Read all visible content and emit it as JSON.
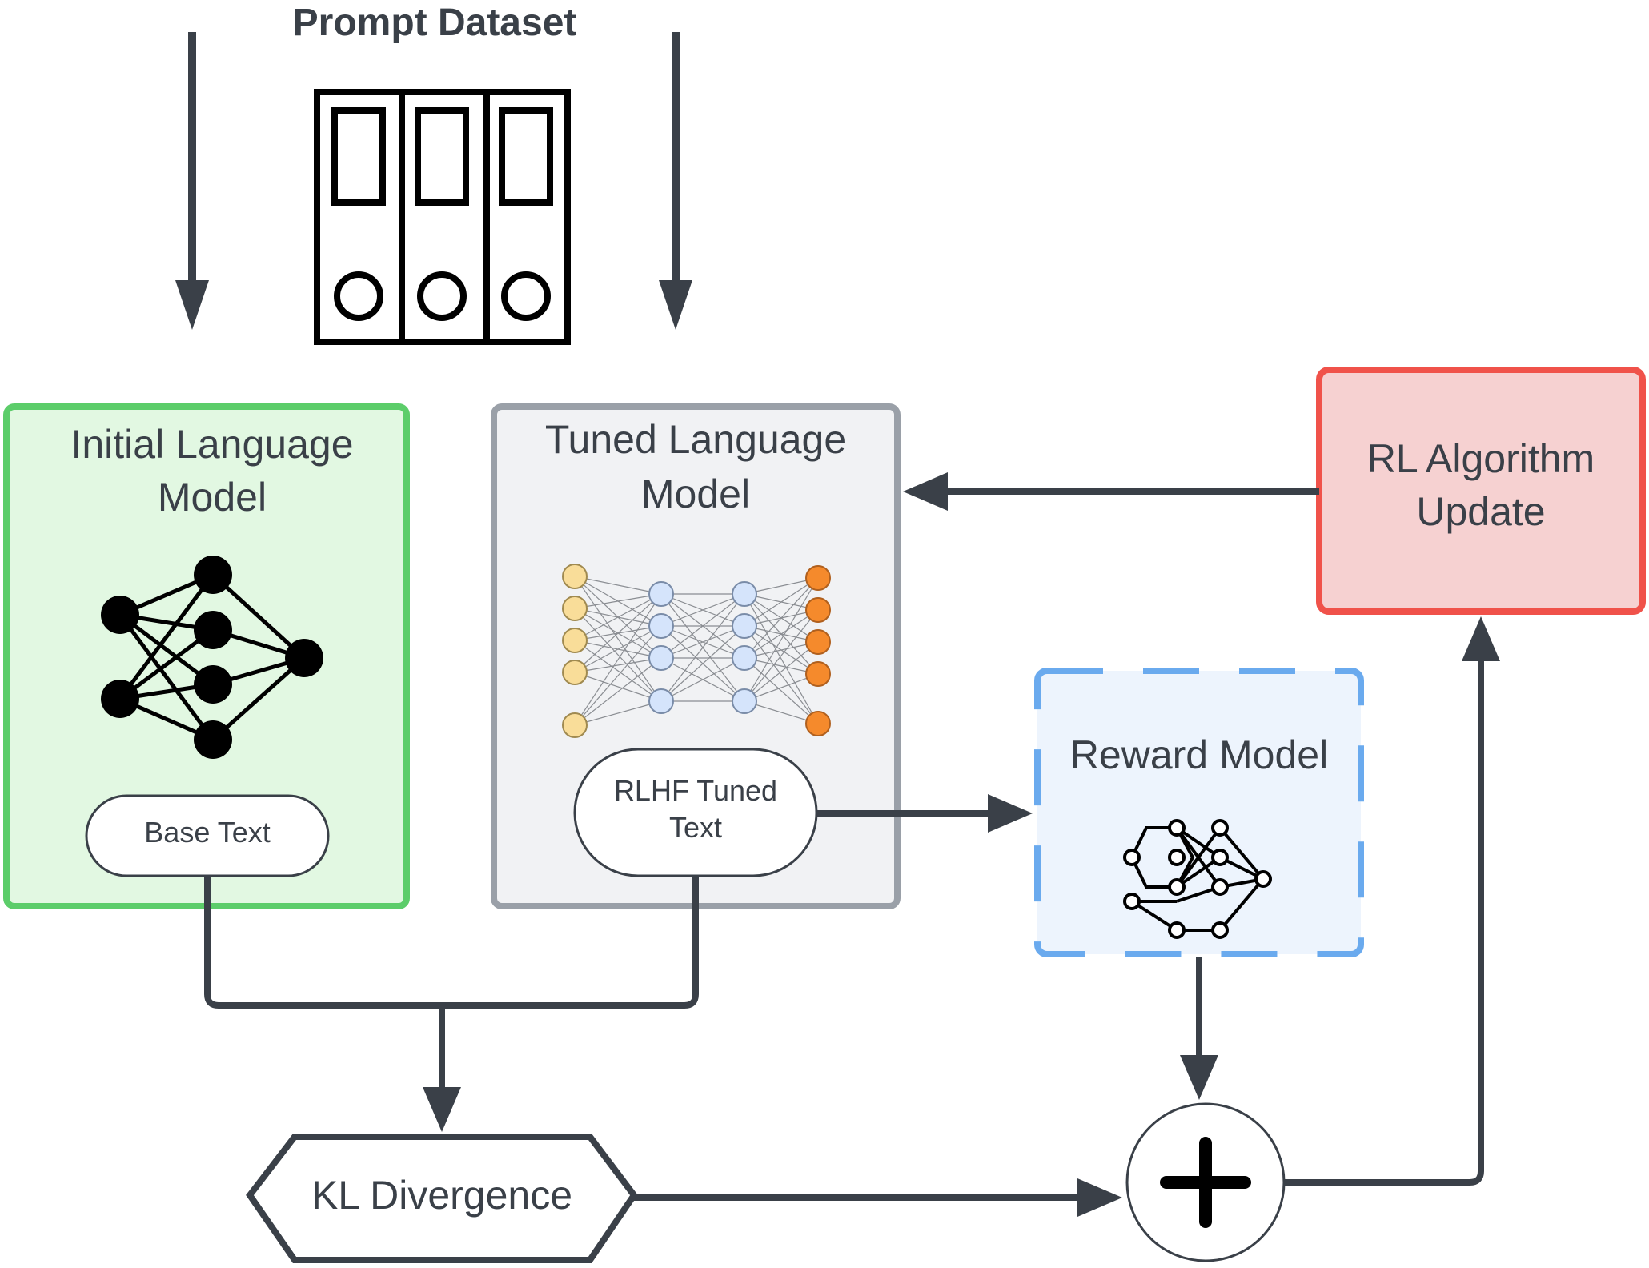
{
  "dataset": {
    "title": "Prompt Dataset",
    "icon": "binder-files-icon"
  },
  "initial_model": {
    "title_line1": "Initial Language",
    "title_line2": "Model",
    "output": "Base Text",
    "color_border": "#5ccd6a",
    "color_fill": "#e2f8e2",
    "icon": "neural-network-icon"
  },
  "tuned_model": {
    "title_line1": "Tuned Language",
    "title_line2": "Model",
    "output_line1": "RLHF Tuned",
    "output_line2": "Text",
    "color_border": "#9aa0a8",
    "color_fill": "#f1f2f4",
    "icon": "deep-neural-network-icon"
  },
  "reward_model": {
    "title": "Reward Model",
    "color_border": "#6aaaee",
    "color_fill": "#edf4fd",
    "icon": "network-graph-icon"
  },
  "rl_update": {
    "title_line1": "RL Algorithm",
    "title_line2": "Update",
    "color_border": "#f0524a",
    "color_fill": "#f6d1d1"
  },
  "kl": {
    "title": "KL Divergence"
  },
  "sum": {
    "icon": "plus-icon"
  },
  "colors": {
    "arrow": "#3a4048"
  }
}
